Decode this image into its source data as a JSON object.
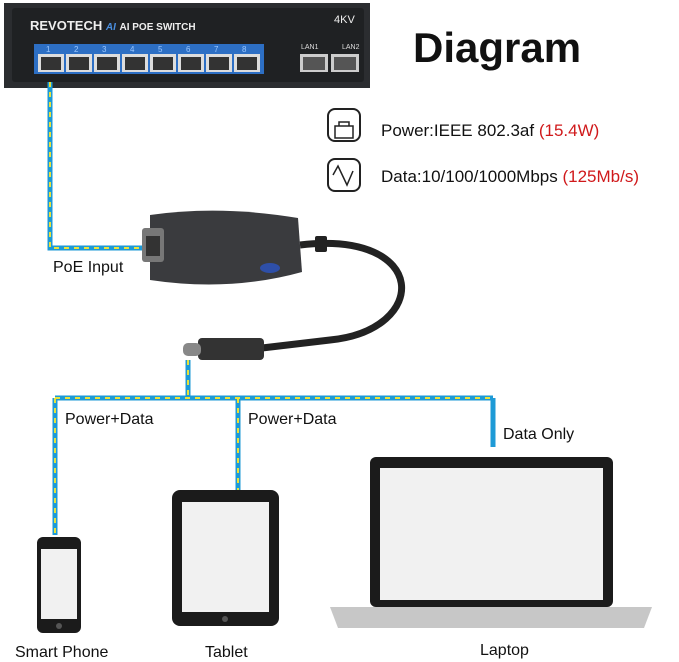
{
  "title": "Diagram",
  "switch": {
    "brand": "REVOTECH",
    "model": "AI POE SWITCH",
    "badge": "4KV",
    "ports": [
      "1",
      "2",
      "3",
      "4",
      "5",
      "6",
      "7",
      "8"
    ],
    "uplinks": [
      "LAN1",
      "LAN2"
    ]
  },
  "specs": [
    {
      "icon": "ethernet-port-icon",
      "label": "Power:IEEE 802.3af",
      "value": "(15.4W)"
    },
    {
      "icon": "data-wave-icon",
      "label": "Data:10/100/1000Mbps",
      "value": "(125Mb/s)"
    }
  ],
  "labels": {
    "poe_input": "PoE Input",
    "power_data_1": "Power+Data",
    "power_data_2": "Power+Data",
    "data_only": "Data Only"
  },
  "devices": {
    "phone": "Smart Phone",
    "tablet": "Tablet",
    "laptop": "Laptop"
  },
  "colors": {
    "cable_blue": "#1e9ad6",
    "cable_yellow": "#e8e23a",
    "accent_red": "#d0191b",
    "switch_blue": "#2d6fc4"
  }
}
